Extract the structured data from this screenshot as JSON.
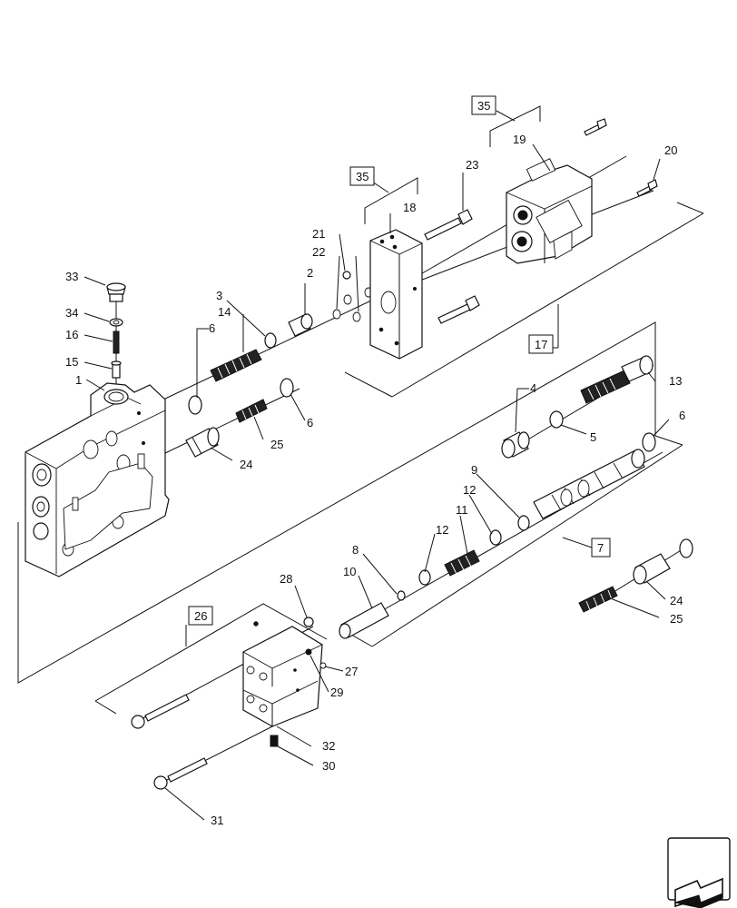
{
  "diagram": {
    "callouts": {
      "c1": "1",
      "c2": "2",
      "c3": "3",
      "c4": "4",
      "c5": "5",
      "c6a": "6",
      "c6b": "6",
      "c6c": "6",
      "c7": "7",
      "c8": "8",
      "c9": "9",
      "c10": "10",
      "c11": "11",
      "c12a": "12",
      "c12b": "12",
      "c13": "13",
      "c14": "14",
      "c15": "15",
      "c16": "16",
      "c17": "17",
      "c18": "18",
      "c19": "19",
      "c20": "20",
      "c21": "21",
      "c22": "22",
      "c23": "23",
      "c24a": "24",
      "c24b": "24",
      "c25a": "25",
      "c25b": "25",
      "c26": "26",
      "c27": "27",
      "c28": "28",
      "c29": "29",
      "c30": "30",
      "c31": "31",
      "c32": "32",
      "c33": "33",
      "c34": "34",
      "c35a": "35",
      "c35b": "35"
    },
    "nav_icon": "arrow-icon"
  }
}
